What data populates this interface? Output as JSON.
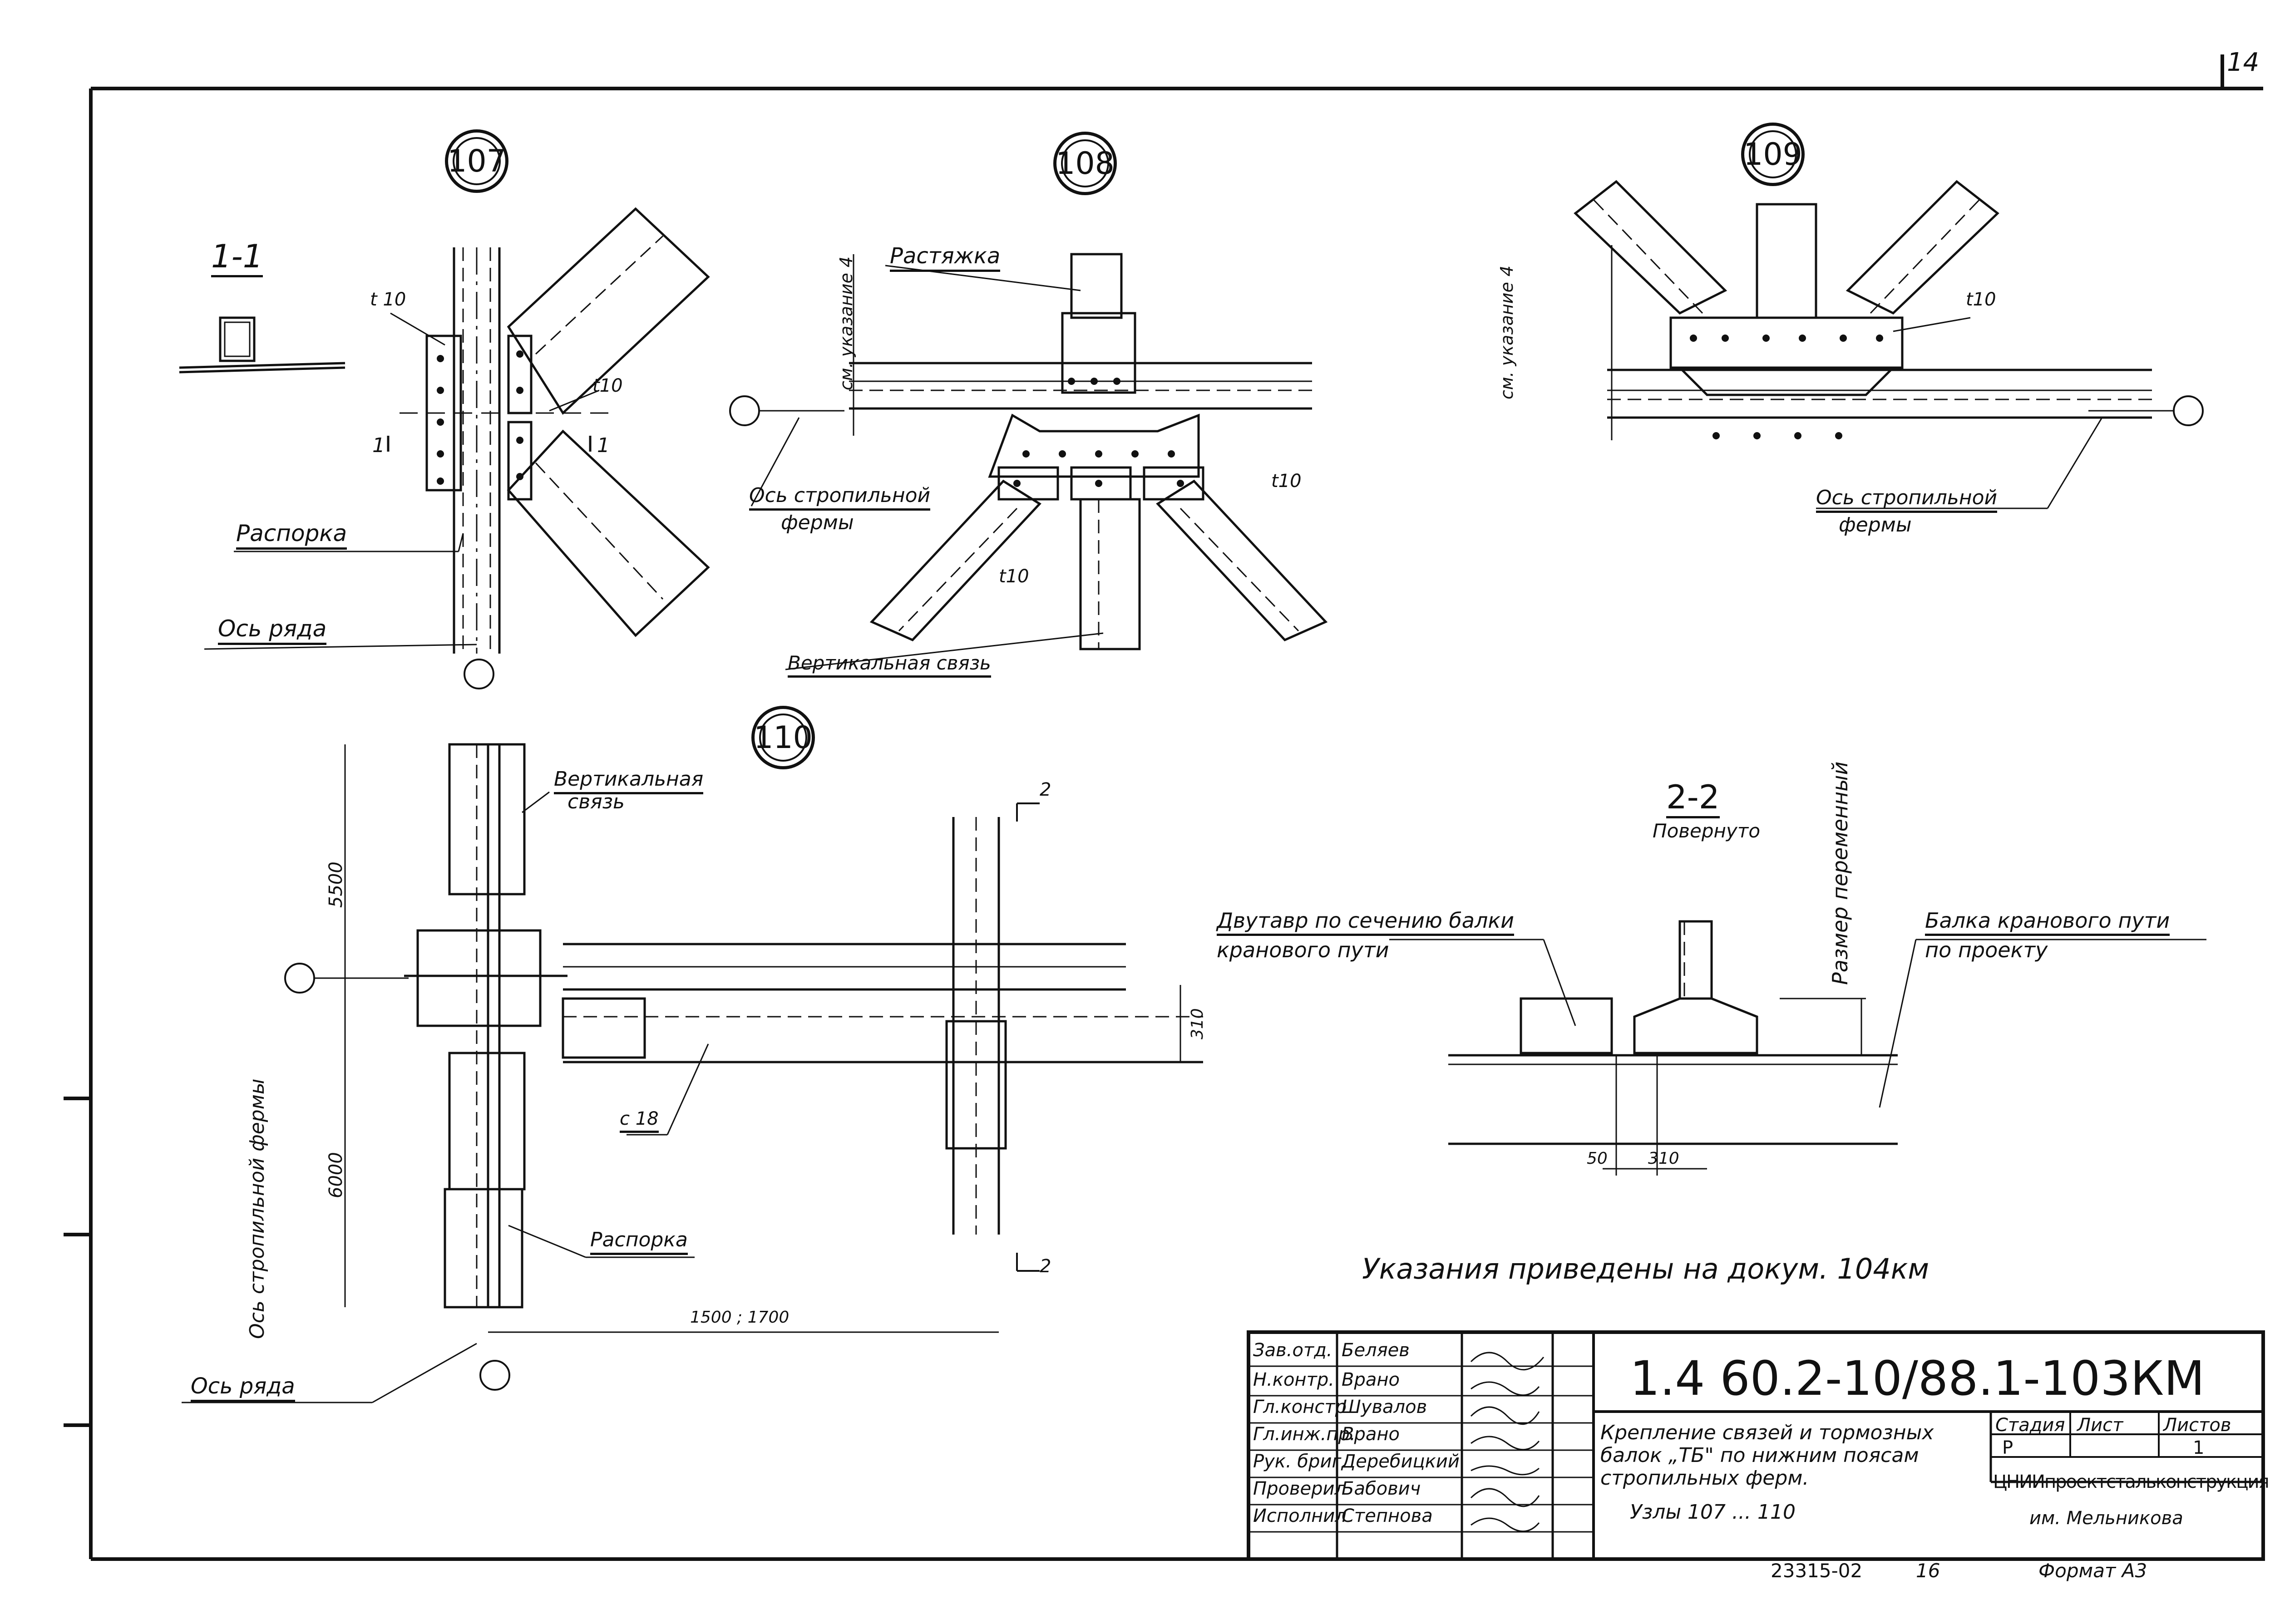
{
  "sheet_number": "14",
  "nodes": {
    "n107": "107",
    "n108": "108",
    "n109": "109",
    "n110": "110"
  },
  "labels": {
    "section_1_1": "1-1",
    "cut_mark_1": "1",
    "t10": "t 10",
    "t10_b": "t10",
    "raspporka": "Распорка",
    "os_ryada": "Ось ряда",
    "rastyazhka": "Растяжка",
    "sm_ukazanie": "см. указание 4",
    "os_stropilnoy": "Ось стропильной",
    "fermy": "фермы",
    "vertikalnaya_svyaz": "Вертикальная связь",
    "vertikalnaya": "Вертикальная",
    "svyaz": "связь",
    "dim_5500": "5500",
    "dim_6000": "6000",
    "dim_310": "310",
    "dim_1500_1700": "1500 ; 1700",
    "dim_50": "50",
    "c18": "c 18",
    "os_stropilnoy_fermy": "Ось стропильной фермы",
    "section_2_2": "2-2",
    "povernuto": "Повернуто",
    "cut_mark_2": "2",
    "razmer_peremenny": "Размер переменный",
    "dvutavr_1": "Двутавр по сечению балки",
    "dvutavr_2": "кранового пути",
    "balka_1": "Балка кранового пути",
    "balka_2": "по проекту",
    "ukazaniya": "Указания приведены на докум. 104км"
  },
  "title_block": {
    "doc_code": "1.4 60.2-10/88.1-103КМ",
    "roles": [
      "Зав.отд.",
      "Н.контр.",
      "Гл.констр",
      "Гл.инж.пр.",
      "Рук. бриг.",
      "Проверил",
      "Исполнил"
    ],
    "names": [
      "Беляев",
      "Врано",
      "Шувалов",
      "Врано",
      "Деребицкий",
      "Бабович",
      "Степнова"
    ],
    "description": [
      "Крепление связей и тормозных",
      "балок „ТБ\" по нижним поясам",
      "стропильных ферм."
    ],
    "nodes_line": "Узлы  107 ... 110",
    "stage_header": "Стадия",
    "sheet_header": "Лист",
    "sheets_header": "Листов",
    "stage_value": "Р",
    "sheets_value": "1",
    "org": "ЦНИИпроектстальконструкция",
    "org_sub": "им. Мельникова",
    "format": "Формат А3",
    "inventory": "23315-02",
    "page": "16"
  }
}
